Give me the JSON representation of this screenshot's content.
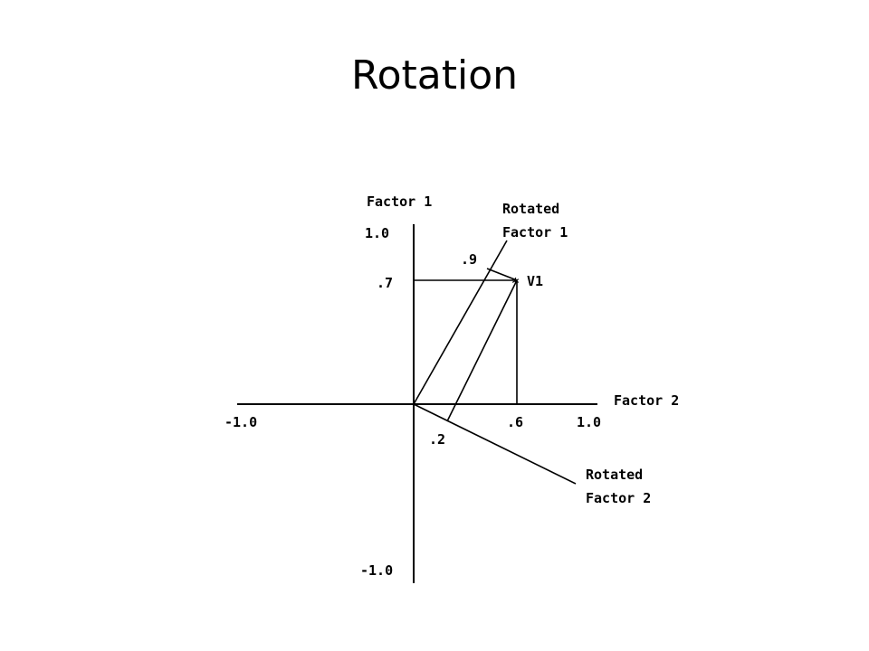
{
  "title": "Rotation",
  "axes": {
    "vertical_label": "Factor 1",
    "horizontal_label": "Factor 2",
    "vertical_max": "1.0",
    "vertical_min": "-1.0",
    "horizontal_min": "-1.0",
    "horizontal_max": "1.0"
  },
  "point": {
    "label": "V1",
    "marker": "*",
    "factor1_loading_label": ".7",
    "factor2_loading_label": ".6",
    "factor1": 0.7,
    "factor2": 0.6
  },
  "rotated_axes": {
    "factor1_line1": "Rotated",
    "factor1_line2": "Factor 1",
    "factor2_line1": "Rotated",
    "factor2_line2": "Factor 2",
    "factor1_loading_label": ".9",
    "factor2_loading_label": ".2"
  }
}
